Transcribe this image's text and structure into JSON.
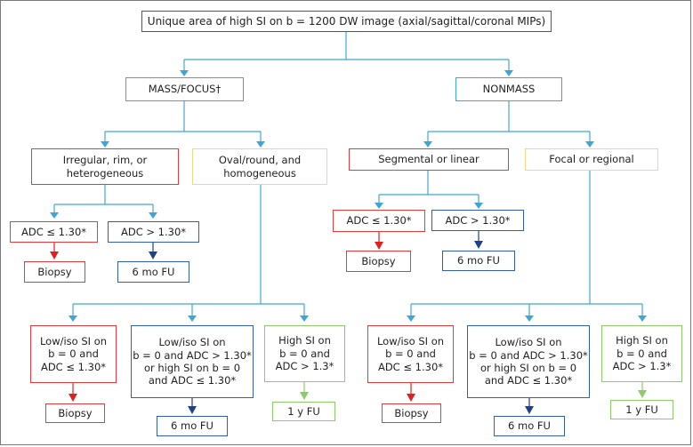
{
  "colors": {
    "connector_cyan": "#3fa6d4",
    "border_gray": "#555555",
    "border_red": "#e23b3b",
    "border_blue": "#2f5fad",
    "border_yellow": "#f3d68a",
    "border_green": "#8dca6a",
    "arrow_red": "#e02020",
    "arrow_blue": "#1f3f8f",
    "arrow_green": "#8dca6a"
  },
  "nodes": {
    "root": "Unique area of high SI on b = 1200 DW image (axial/sagittal/coronal MIPs)",
    "mass_focus": "MASS/FOCUS†",
    "nonmass": "NONMASS",
    "irregular": "Irregular, rim, or\nheterogeneous",
    "oval_round": "Oval/round, and\nhomogeneous",
    "segmental": "Segmental or linear",
    "focal_regional": "Focal or regional",
    "irr_adc_low": "ADC ≤ 1.30*",
    "irr_adc_high": "ADC > 1.30*",
    "irr_biopsy": "Biopsy",
    "irr_fu": "6 mo FU",
    "seg_adc_low": "ADC ≤ 1.30*",
    "seg_adc_high": "ADC > 1.30*",
    "seg_biopsy": "Biopsy",
    "seg_fu": "6 mo FU",
    "oval_lowiso": "Low/iso SI on\nb = 0 and\nADC ≤ 1.30*",
    "oval_mixed": "Low/iso SI on\nb = 0 and ADC > 1.30*\nor high SI on b = 0\nand ADC ≤ 1.30*",
    "oval_high": "High SI on\nb = 0 and\nADC > 1.3*",
    "oval_biopsy": "Biopsy",
    "oval_fu": "6 mo FU",
    "oval_1y": "1 y FU",
    "focal_lowiso": "Low/iso SI on\nb = 0 and\nADC ≤ 1.30*",
    "focal_mixed": "Low/iso SI on\nb = 0 and ADC > 1.30*\nor high SI on b = 0\nand ADC ≤ 1.30*",
    "focal_high": "High SI on\nb = 0 and\nADC > 1.3*",
    "focal_biopsy": "Biopsy",
    "focal_fu": "6 mo FU",
    "focal_1y": "1 y FU"
  }
}
